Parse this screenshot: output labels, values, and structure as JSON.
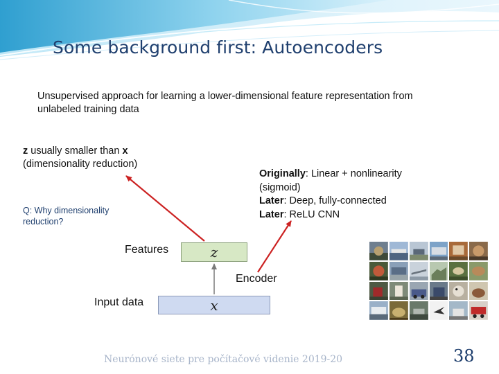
{
  "title": "Some background first: Autoencoders",
  "intro": "Unsupervised approach for learning a lower-dimensional feature representation from unlabeled training data",
  "z_note": {
    "z": "z",
    "part1": " usually smaller than ",
    "x": "x",
    "part2": " (dimensionality reduction)"
  },
  "question": "Q: Why dimensionality reduction?",
  "history": [
    {
      "term": "Originally",
      "rest": ": Linear + nonlinearity (sigmoid)"
    },
    {
      "term": "Later",
      "rest": ": Deep, fully-connected"
    },
    {
      "term": "Later",
      "rest": ": ReLU CNN"
    }
  ],
  "diagram": {
    "features_label": "Features",
    "encoder_label": "Encoder",
    "input_label": "Input data",
    "z_symbol": "z",
    "x_symbol": "x"
  },
  "colors": {
    "title": "#1f3f6e",
    "arrow_red": "#cc2222",
    "box_z": "#d7e8c5",
    "box_x": "#cfdaf1"
  },
  "footer": "Neurónové siete pre počítačové videnie 2019-20",
  "page_number": "38"
}
